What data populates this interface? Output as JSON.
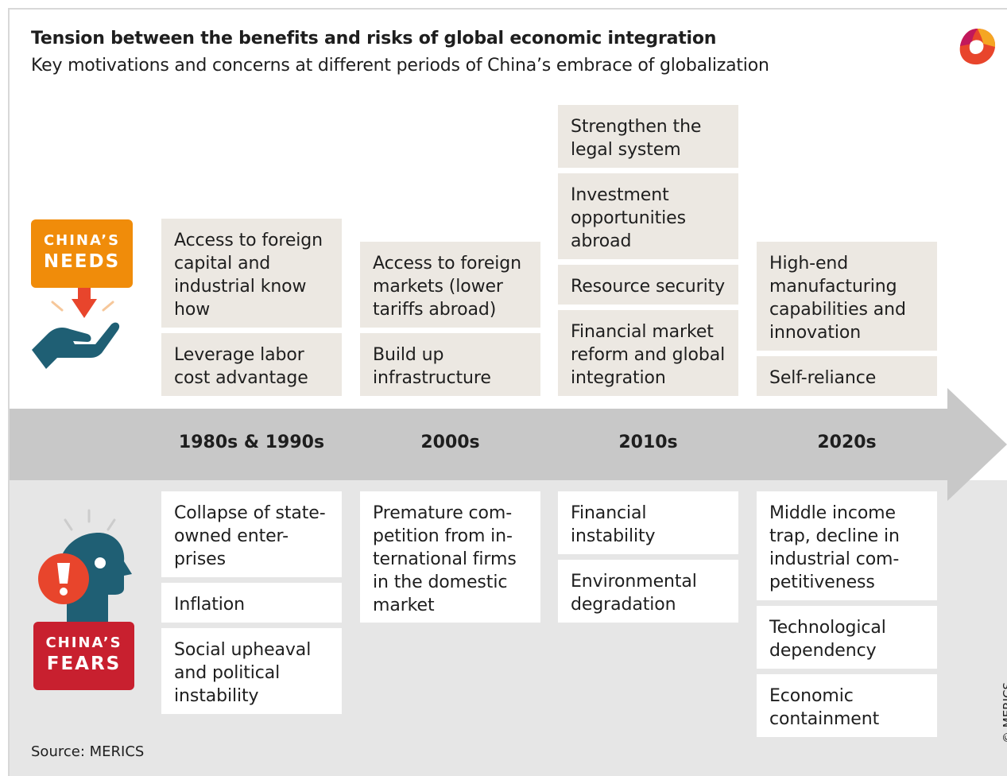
{
  "title": "Tension between the benefits and risks of global economic integration",
  "subtitle": "Key motivations and concerns at different periods of China’s embrace of globalization",
  "needs_badge": {
    "line1": "CHINA’S",
    "line2": "NEEDS"
  },
  "fears_badge": {
    "line1": "CHINA’S",
    "line2": "FEARS"
  },
  "periods": [
    "1980s & 1990s",
    "2000s",
    "2010s",
    "2020s"
  ],
  "needs": {
    "p1980": [
      "Access to foreign\ncapital and\nindustrial know\nhow",
      "Leverage labor\ncost advantage"
    ],
    "p2000": [
      "Access to foreign\nmarkets (lower\ntariffs abroad)",
      "Build up\ninfrastructure"
    ],
    "p2010": [
      "Strengthen the\nlegal system",
      "Investment\nopportunities\nabroad",
      "Resource security",
      "Financial market\nreform and global\nintegration"
    ],
    "p2020": [
      "High-end\nmanufacturing\ncapabilities and\ninnovation",
      "Self-reliance"
    ]
  },
  "fears": {
    "p1980": [
      "Collapse of state-\nowned enter-\nprises",
      "Inflation",
      "Social upheaval\nand political\ninstability"
    ],
    "p2000": [
      "Premature com-\npetition from in-\nternational firms\nin the domestic\nmarket"
    ],
    "p2010": [
      "Financial\ninstability",
      "Environmental\ndegradation"
    ],
    "p2020": [
      "Middle income\ntrap, decline in\nindustrial com-\npetitiveness",
      "Technological\ndependency",
      "Economic\ncontainment"
    ]
  },
  "colors": {
    "needs_orange": "#f08c0a",
    "fears_red": "#c8202f",
    "teal": "#1f5f74",
    "need_box": "#ece8e2",
    "timeline_band": "#c8c8c8",
    "fears_area": "#e6e6e6"
  },
  "icons": [
    "merics-logo-icon",
    "hand-receiving-icon",
    "head-alert-icon"
  ],
  "source": "Source: MERICS",
  "copyright": "© MERICS"
}
